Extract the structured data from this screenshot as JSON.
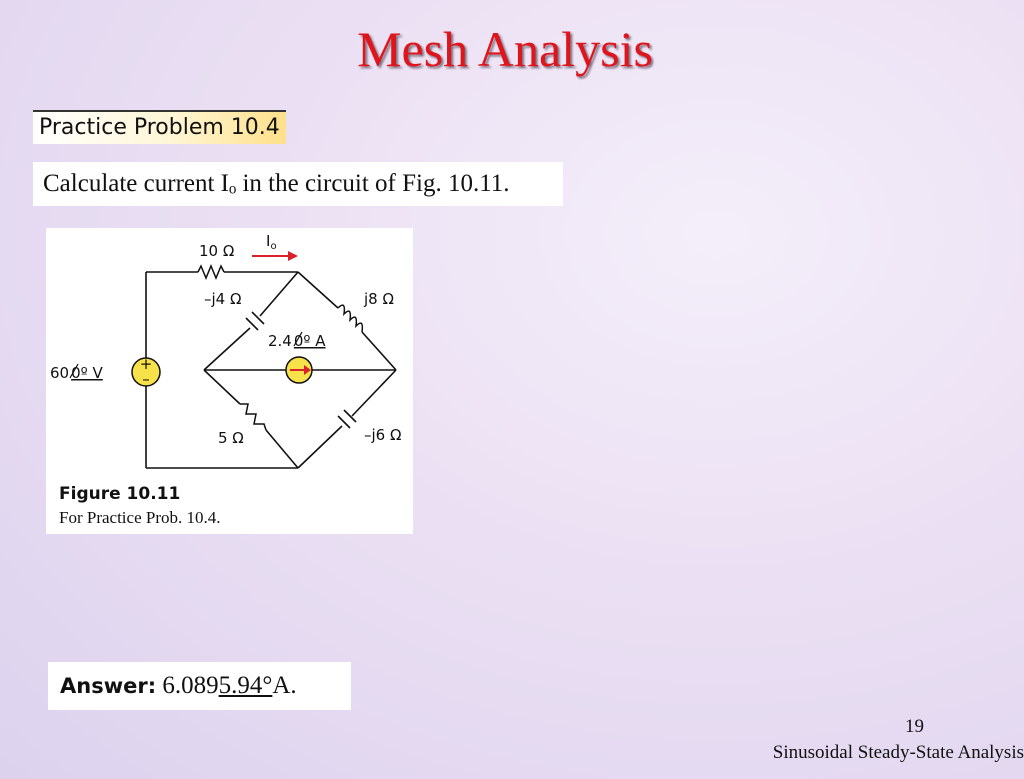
{
  "slide": {
    "title": "Mesh Analysis",
    "problem_label": "Practice Problem 10.4",
    "question": "Calculate current Iₒ in the circuit of Fig. 10.11.",
    "page_number": "19",
    "footer": "Sinusoidal Steady-State Analysis"
  },
  "figure": {
    "labels": {
      "r10": "10 Ω",
      "io": "I",
      "io_sub": "o",
      "cap_j4": "–j4 Ω",
      "ind_j8": "j8 Ω",
      "current_source": "2.4",
      "current_source_angle": "0º A",
      "voltage_source": "60",
      "voltage_source_angle": "0º V",
      "plus": "+",
      "minus": "–",
      "r5": "5 Ω",
      "cap_j6": "–j6 Ω"
    },
    "caption_title": "Figure 10.11",
    "caption_sub": "For Practice Prob. 10.4."
  },
  "answer": {
    "label": "Answer:",
    "magnitude": "6.089",
    "angle": "5.94°",
    "unit": "A."
  },
  "colors": {
    "title": "#e0141b",
    "source_fill": "#f7e24a",
    "arrow": "#d8232a"
  }
}
